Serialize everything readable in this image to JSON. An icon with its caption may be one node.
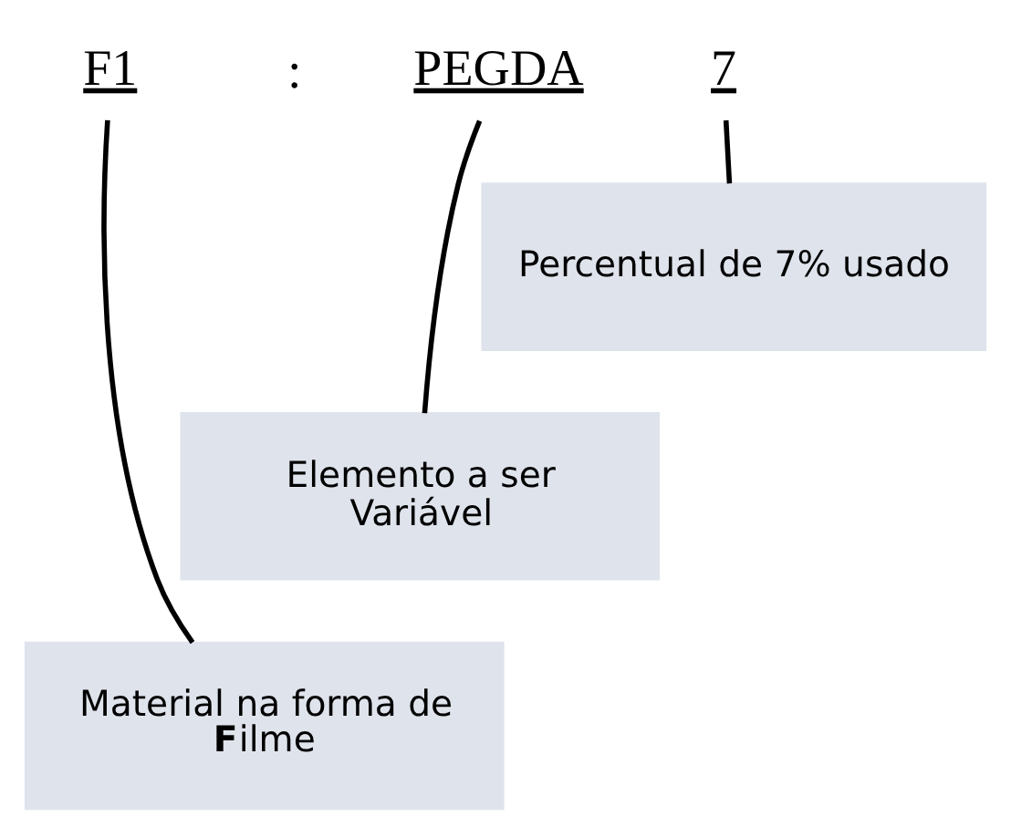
{
  "diagram": {
    "nodes": [
      {
        "text": [
          "F1"
        ]
      },
      {
        "text": [
          "PEGDA"
        ]
      },
      {
        "text": [
          "7"
        ]
      },
      {
        "text": [
          "Percentual de 7% usado"
        ]
      },
      {
        "text": [
          "Elemento a ser Variável"
        ]
      },
      {
        "text": [
          "Material na forma de **F**ilme"
        ]
      }
    ],
    "edges": [
      {
        "from": 2,
        "to": 3,
        "arrow": "none"
      },
      {
        "from": 1,
        "to": 4,
        "arrow": "none"
      },
      {
        "from": 0,
        "to": 5,
        "arrow": "none"
      }
    ],
    "labels": [
      ":"
    ]
  }
}
